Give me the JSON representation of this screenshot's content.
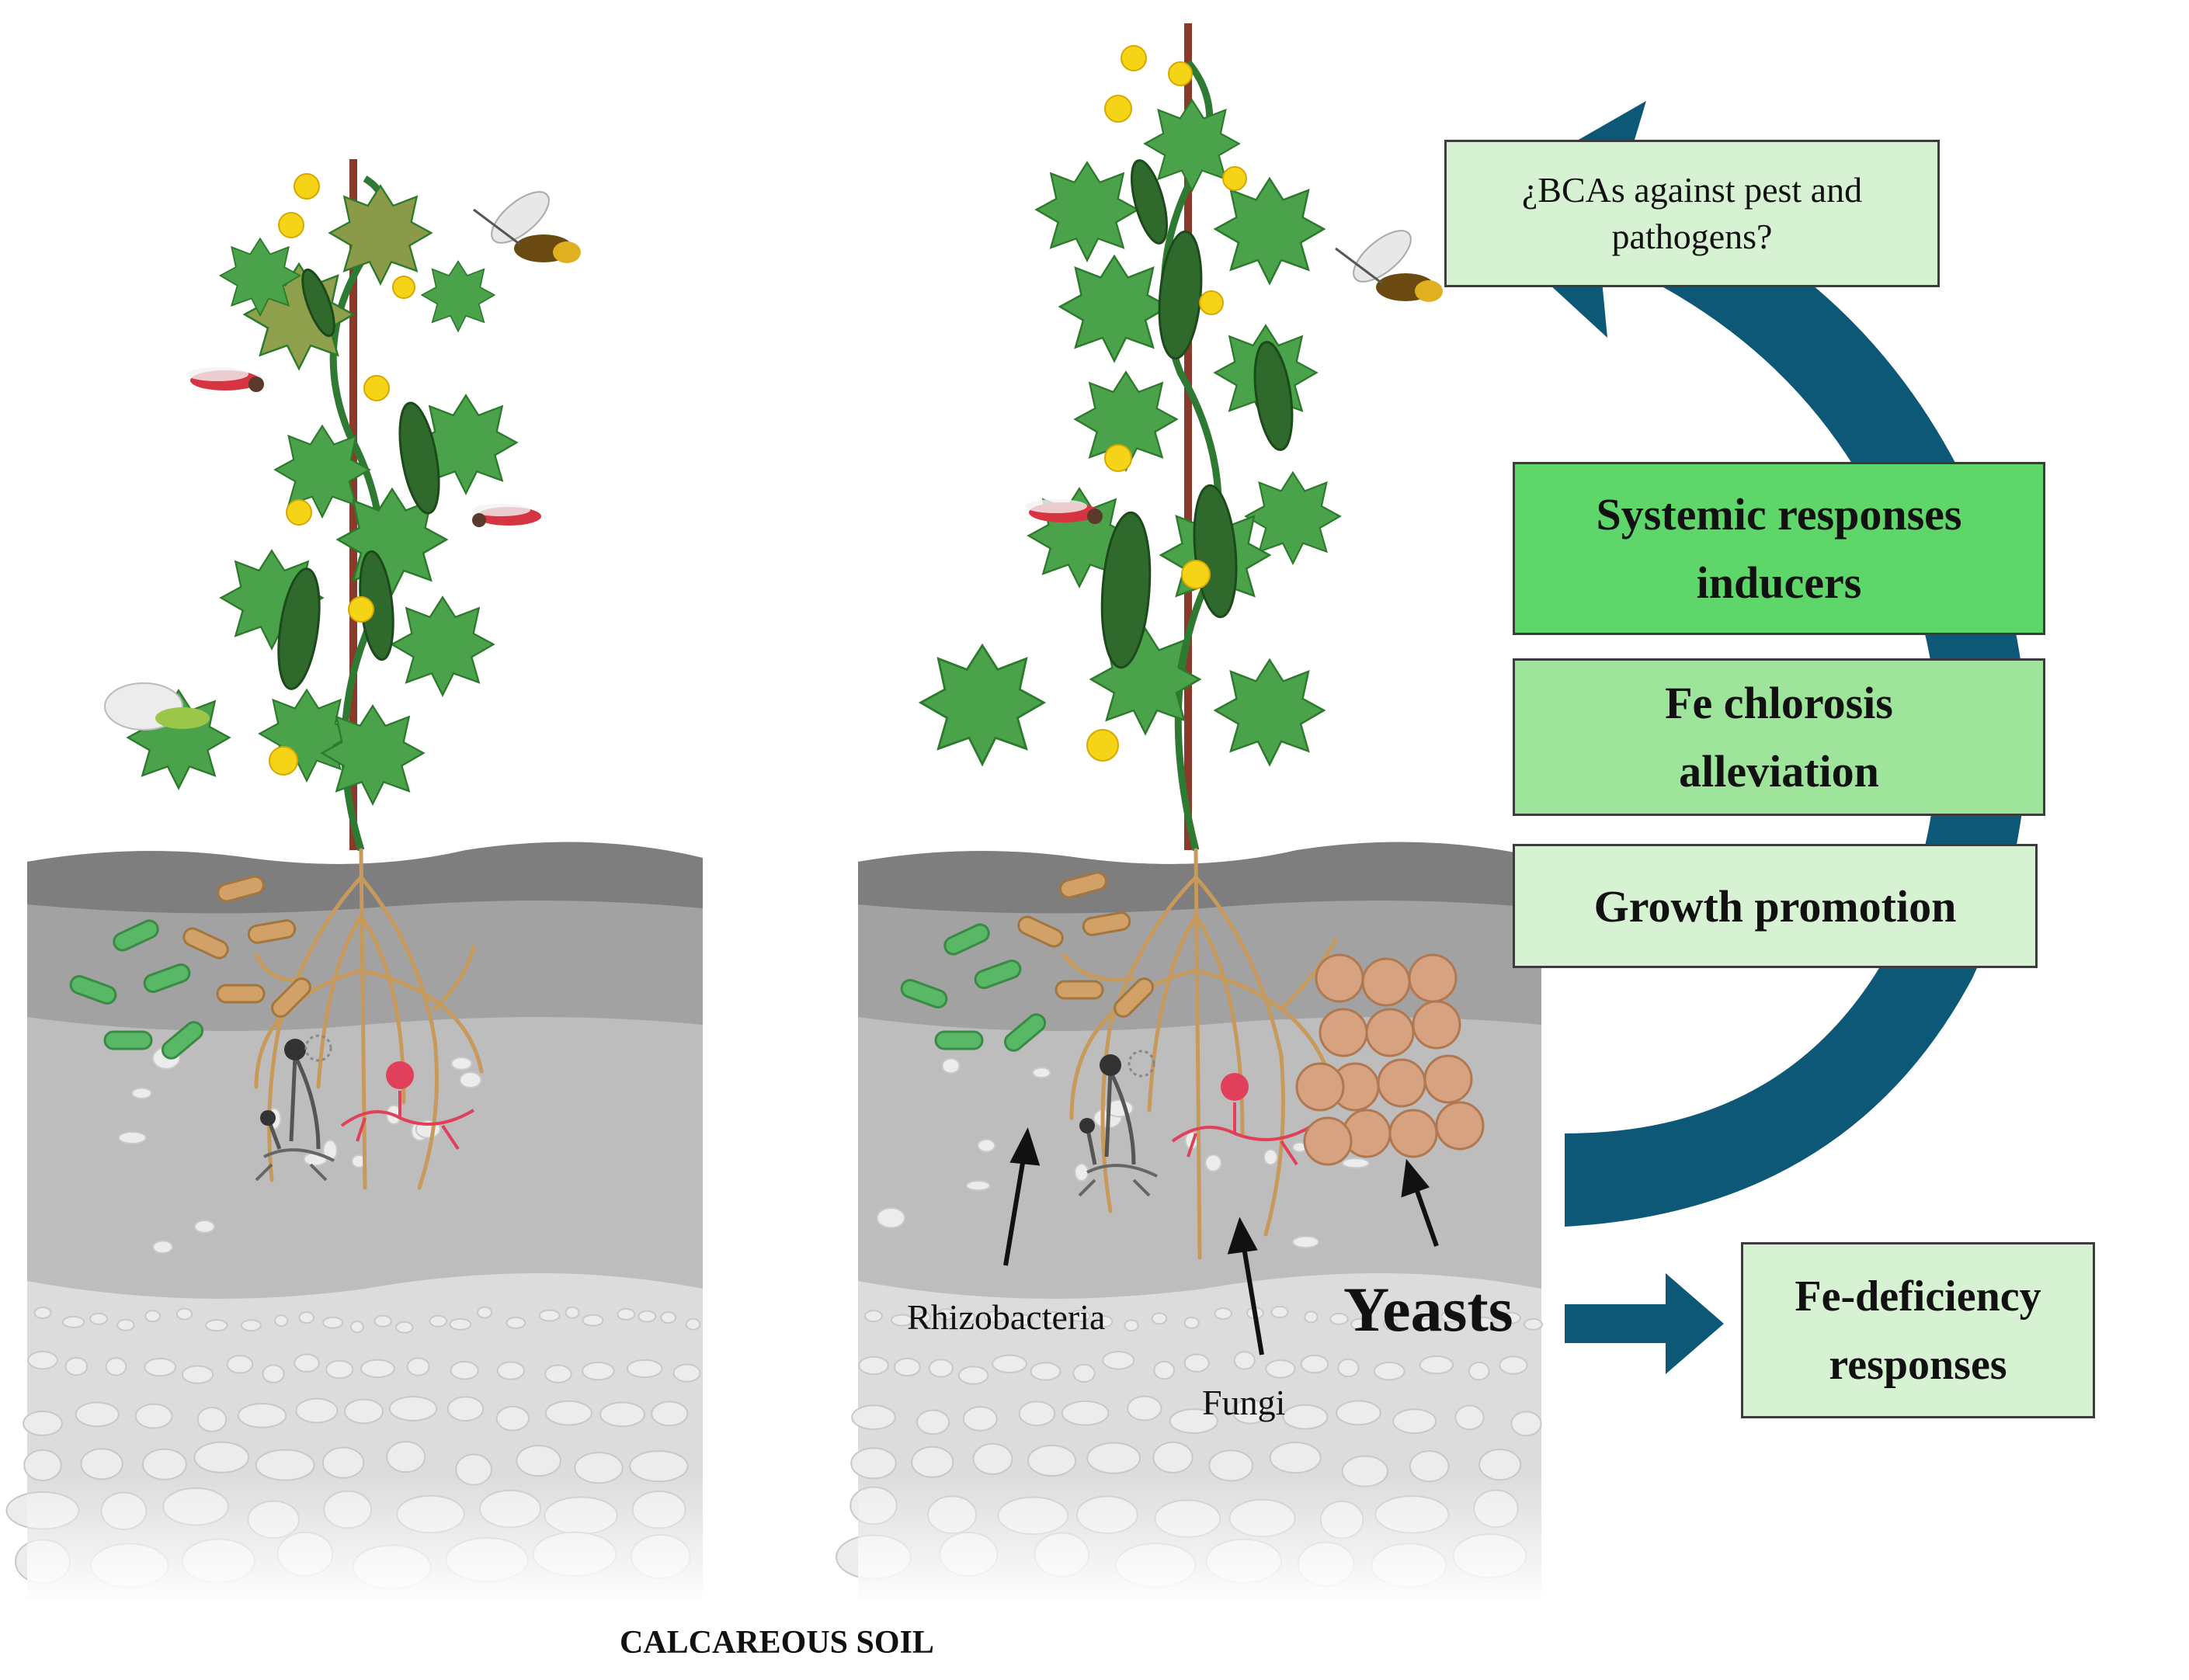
{
  "boxes": {
    "bcas": "¿BCAs against pest and pathogens?",
    "systemic": "Systemic responses inducers",
    "chlorosis": "Fe chlorosis alleviation",
    "growth": "Growth promotion",
    "fe_deficiency": "Fe-deficiency responses"
  },
  "labels": {
    "rhizobacteria": "Rhizobacteria",
    "fungi": "Fungi",
    "yeasts": "Yeasts",
    "soil_caption": "CALCAREOUS SOIL"
  },
  "colors": {
    "box_light": "#d6f2d3",
    "box_mid": "#9ee49a",
    "box_strong": "#5ed66a",
    "arrow_blue": "#0e5877",
    "soil_top": "#7a7a7a",
    "soil_mid": "#b9b9b9",
    "soil_low": "#d8d8d8",
    "leaf": "#3d9c3d",
    "cucumber": "#2f6a2c",
    "flower": "#f5d418",
    "root": "#c79a5c",
    "bacteria_green": "#58b866",
    "bacteria_tan": "#d1a167",
    "yeast": "#d7a27f"
  }
}
